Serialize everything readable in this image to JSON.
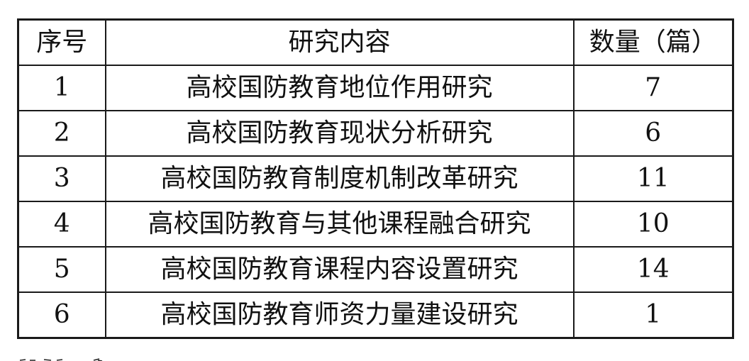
{
  "table": {
    "headers": [
      "序号",
      "研究内容",
      "数量（篇）"
    ],
    "rows": [
      {
        "index": "1",
        "topic": "高校国防教育地位作用研究",
        "count": "7"
      },
      {
        "index": "2",
        "topic": "高校国防教育现状分析研究",
        "count": "6"
      },
      {
        "index": "3",
        "topic": "高校国防教育制度机制改革研究",
        "count": "11"
      },
      {
        "index": "4",
        "topic": "高校国防教育与其他课程融合研究",
        "count": "10"
      },
      {
        "index": "5",
        "topic": "高校国防教育课程内容设置研究",
        "count": "14"
      },
      {
        "index": "6",
        "topic": "高校国防教育师资力量建设研究",
        "count": "1"
      }
    ]
  }
}
